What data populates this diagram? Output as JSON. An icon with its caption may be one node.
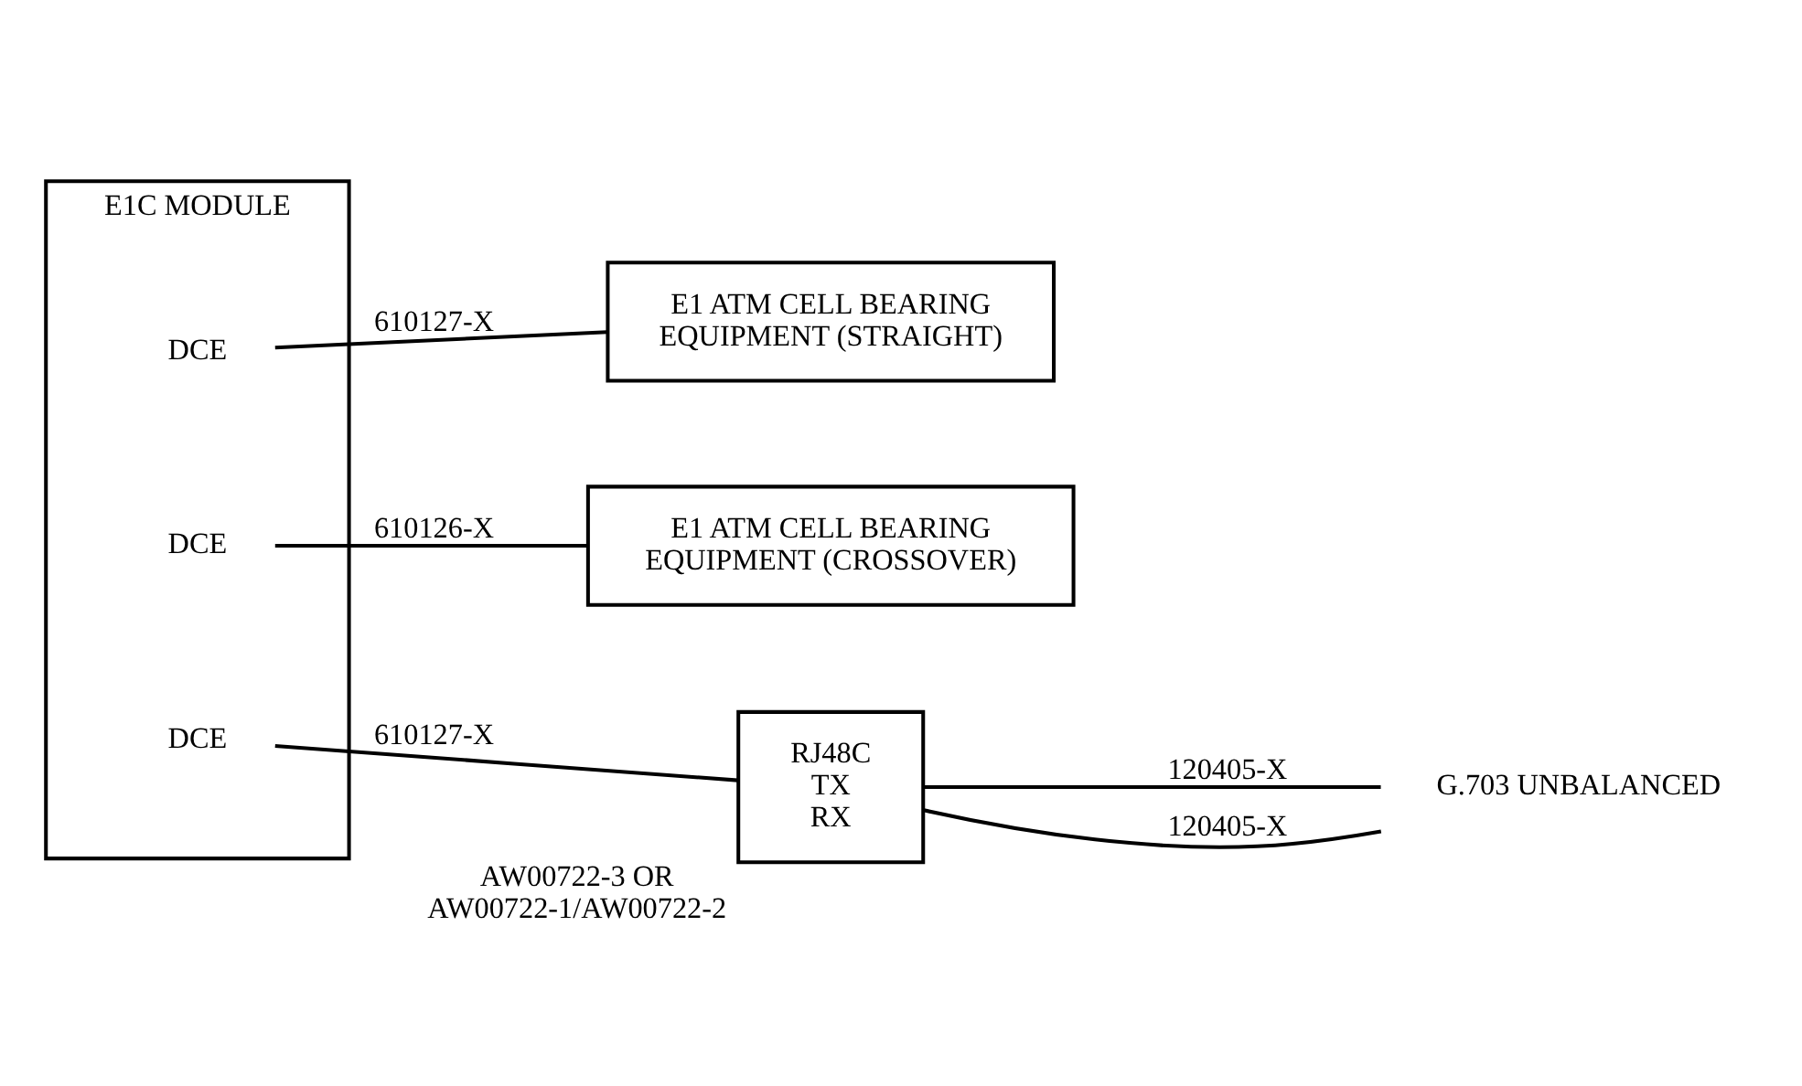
{
  "diagram": {
    "nodes": [
      {
        "text": [
          "E1C MODULE"
        ]
      },
      {
        "text": [
          "DCE"
        ],
        "in": 0
      },
      {
        "text": [
          "DCE"
        ],
        "in": 0
      },
      {
        "text": [
          "DCE"
        ],
        "in": 0
      },
      {
        "text": [
          "E1 ATM CELL BEARING EQUIPMENT (STRAIGHT)"
        ]
      },
      {
        "text": [
          "E1 ATM CELL BEARING EQUIPMENT (CROSSOVER)"
        ]
      },
      {
        "text": [
          "RJ48C",
          "TX",
          "RX"
        ],
        "beside": [
          "AW00722-3 OR AW00722-1/AW00722-2"
        ]
      },
      {
        "text": [
          "G.703 UNBALANCED"
        ]
      }
    ],
    "edges": [
      {
        "from": 1,
        "to": 4,
        "arrow": "none",
        "label": "610127-X"
      },
      {
        "from": 2,
        "to": 5,
        "arrow": "none",
        "label": "610126-X"
      },
      {
        "from": 3,
        "to": 6,
        "arrow": "none",
        "label": "610127-X"
      },
      {
        "from": 6,
        "to": 7,
        "arrow": "none",
        "label": "120405-X"
      },
      {
        "from": 6,
        "to": 7,
        "arrow": "none",
        "label": "120405-X"
      }
    ]
  }
}
